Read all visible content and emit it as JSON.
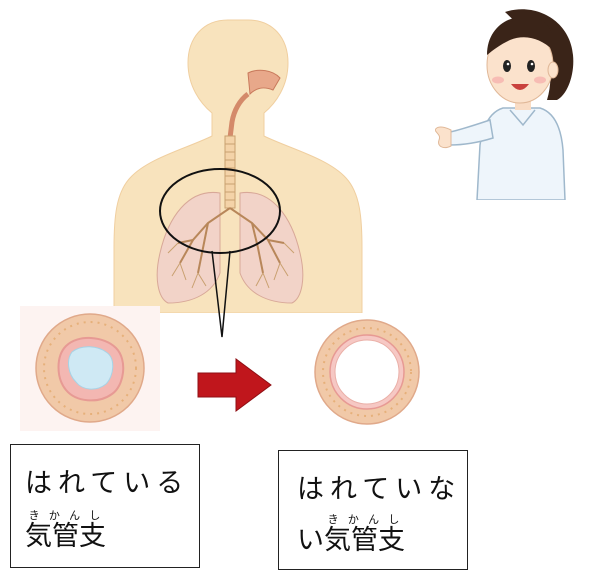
{
  "labels": {
    "swollen": {
      "line1": "はれている",
      "base": "気管支",
      "ruby": "きかんし"
    },
    "not_swollen": {
      "line1": "はれていな",
      "prefix": "い",
      "base": "気管支",
      "ruby": "きかんし"
    }
  },
  "colors": {
    "body_skin": "#f8e3bd",
    "lung_pink": "#f2d3c8",
    "bronchus_wall": "#f1c9a8",
    "inflamed_lumen": "#cfe9f4",
    "arrow_red": "#c0161c",
    "nurse_uniform": "#eef5fb"
  }
}
